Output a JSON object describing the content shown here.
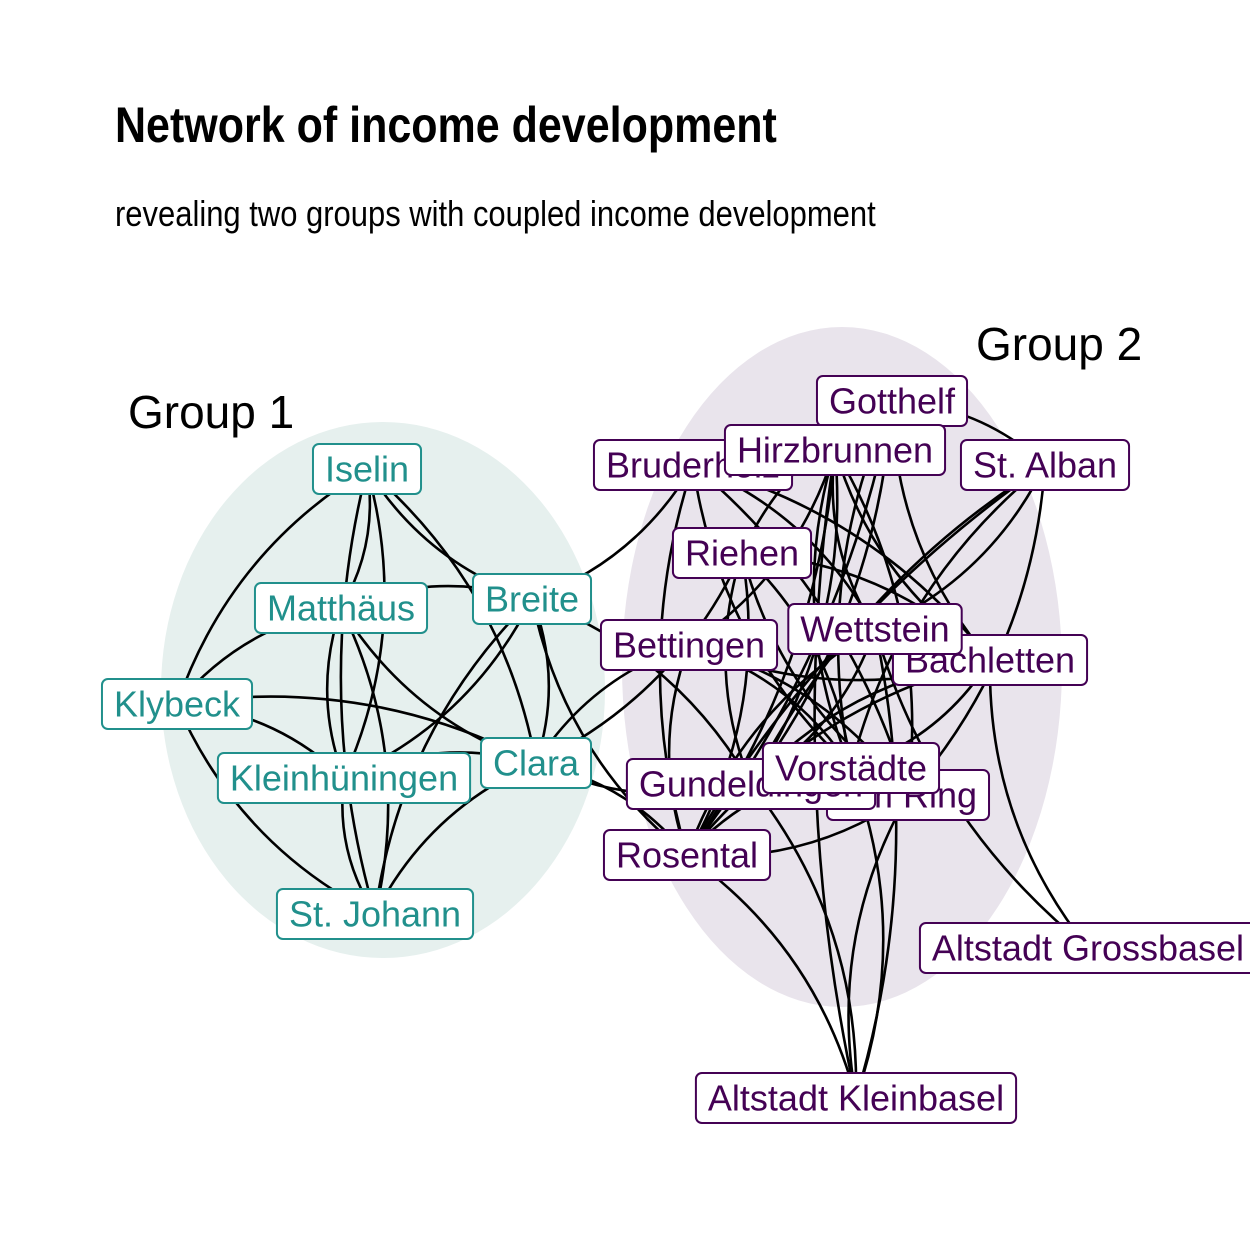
{
  "title": "Network of income development",
  "subtitle": "revealing two groups with coupled income development",
  "colors": {
    "group1": "#21908c",
    "group1_fill": "#e6f0ee",
    "group2": "#440154",
    "group2_fill": "#e9e4ec",
    "edge": "#000000"
  },
  "groups": [
    {
      "id": "g1",
      "label": "Group 1"
    },
    {
      "id": "g2",
      "label": "Group 2"
    }
  ],
  "nodes": [
    {
      "id": "iselin",
      "label": "Iselin",
      "group": "g1"
    },
    {
      "id": "matthaeus",
      "label": "Matthäus",
      "group": "g1"
    },
    {
      "id": "breite",
      "label": "Breite",
      "group": "g1"
    },
    {
      "id": "klybeck",
      "label": "Klybeck",
      "group": "g1"
    },
    {
      "id": "kleinhueningen",
      "label": "Kleinhüningen",
      "group": "g1"
    },
    {
      "id": "clara",
      "label": "Clara",
      "group": "g1"
    },
    {
      "id": "stjohann",
      "label": "St. Johann",
      "group": "g1"
    },
    {
      "id": "bruderholz",
      "label": "Bruderholz",
      "group": "g2"
    },
    {
      "id": "gotthelf",
      "label": "Gotthelf",
      "group": "g2"
    },
    {
      "id": "hirzbrunnen",
      "label": "Hirzbrunnen",
      "group": "g2"
    },
    {
      "id": "stalban",
      "label": "St. Alban",
      "group": "g2"
    },
    {
      "id": "riehen",
      "label": "Riehen",
      "group": "g2"
    },
    {
      "id": "bettingen",
      "label": "Bettingen",
      "group": "g2"
    },
    {
      "id": "bachletten",
      "label": "Bachletten",
      "group": "g2"
    },
    {
      "id": "wettstein",
      "label": "Wettstein",
      "group": "g2"
    },
    {
      "id": "gundeldingen",
      "label": "Gundeldingen",
      "group": "g2"
    },
    {
      "id": "amring",
      "label": "Am Ring",
      "group": "g2"
    },
    {
      "id": "vorstaedte",
      "label": "Vorstädte",
      "group": "g2"
    },
    {
      "id": "rosental",
      "label": "Rosental",
      "group": "g2"
    },
    {
      "id": "altstadtgb",
      "label": "Altstadt Grossbasel",
      "group": "g2"
    },
    {
      "id": "altstadtkb",
      "label": "Altstadt Kleinbasel",
      "group": "g2"
    }
  ],
  "edges": [
    [
      "iselin",
      "klybeck"
    ],
    [
      "iselin",
      "kleinhueningen"
    ],
    [
      "iselin",
      "stjohann"
    ],
    [
      "iselin",
      "clara"
    ],
    [
      "iselin",
      "breite"
    ],
    [
      "iselin",
      "matthaeus"
    ],
    [
      "matthaeus",
      "klybeck"
    ],
    [
      "matthaeus",
      "breite"
    ],
    [
      "matthaeus",
      "clara"
    ],
    [
      "matthaeus",
      "stjohann"
    ],
    [
      "matthaeus",
      "kleinhueningen"
    ],
    [
      "breite",
      "kleinhueningen"
    ],
    [
      "breite",
      "stjohann"
    ],
    [
      "breite",
      "clara"
    ],
    [
      "breite",
      "rosental"
    ],
    [
      "breite",
      "gundeldingen"
    ],
    [
      "breite",
      "bruderholz"
    ],
    [
      "klybeck",
      "kleinhueningen"
    ],
    [
      "klybeck",
      "stjohann"
    ],
    [
      "klybeck",
      "clara"
    ],
    [
      "kleinhueningen",
      "stjohann"
    ],
    [
      "kleinhueningen",
      "clara"
    ],
    [
      "clara",
      "stjohann"
    ],
    [
      "clara",
      "rosental"
    ],
    [
      "clara",
      "riehen"
    ],
    [
      "clara",
      "bettingen"
    ],
    [
      "clara",
      "gundeldingen"
    ],
    [
      "bruderholz",
      "bachletten"
    ],
    [
      "bruderholz",
      "vorstaedte"
    ],
    [
      "bruderholz",
      "wettstein"
    ],
    [
      "bruderholz",
      "rosental"
    ],
    [
      "bruderholz",
      "amring"
    ],
    [
      "gotthelf",
      "bachletten"
    ],
    [
      "gotthelf",
      "rosental"
    ],
    [
      "gotthelf",
      "vorstaedte"
    ],
    [
      "gotthelf",
      "stalban"
    ],
    [
      "gotthelf",
      "riehen"
    ],
    [
      "gotthelf",
      "gundeldingen"
    ],
    [
      "hirzbrunnen",
      "vorstaedte"
    ],
    [
      "hirzbrunnen",
      "amring"
    ],
    [
      "hirzbrunnen",
      "altstadtkb"
    ],
    [
      "hirzbrunnen",
      "rosental"
    ],
    [
      "hirzbrunnen",
      "bachletten"
    ],
    [
      "hirzbrunnen",
      "gundeldingen"
    ],
    [
      "hirzbrunnen",
      "wettstein"
    ],
    [
      "hirzbrunnen",
      "bettingen"
    ],
    [
      "stalban",
      "vorstaedte"
    ],
    [
      "stalban",
      "amring"
    ],
    [
      "stalban",
      "gundeldingen"
    ],
    [
      "stalban",
      "wettstein"
    ],
    [
      "stalban",
      "rosental"
    ],
    [
      "riehen",
      "bachletten"
    ],
    [
      "riehen",
      "amring"
    ],
    [
      "riehen",
      "vorstaedte"
    ],
    [
      "riehen",
      "gundeldingen"
    ],
    [
      "riehen",
      "rosental"
    ],
    [
      "bettingen",
      "bachletten"
    ],
    [
      "bettingen",
      "vorstaedte"
    ],
    [
      "bettingen",
      "rosental"
    ],
    [
      "bettingen",
      "amring"
    ],
    [
      "bachletten",
      "altstadtgb"
    ],
    [
      "bachletten",
      "vorstaedte"
    ],
    [
      "bachletten",
      "gundeldingen"
    ],
    [
      "bachletten",
      "wettstein"
    ],
    [
      "bachletten",
      "rosental"
    ],
    [
      "wettstein",
      "altstadtkb"
    ],
    [
      "wettstein",
      "altstadtgb"
    ],
    [
      "wettstein",
      "gundeldingen"
    ],
    [
      "wettstein",
      "rosental"
    ],
    [
      "gundeldingen",
      "altstadtkb"
    ],
    [
      "gundeldingen",
      "amring"
    ],
    [
      "amring",
      "rosental"
    ],
    [
      "amring",
      "altstadtkb"
    ],
    [
      "vorstaedte",
      "altstadtkb"
    ],
    [
      "vorstaedte",
      "rosental"
    ],
    [
      "rosental",
      "altstadtkb"
    ]
  ]
}
